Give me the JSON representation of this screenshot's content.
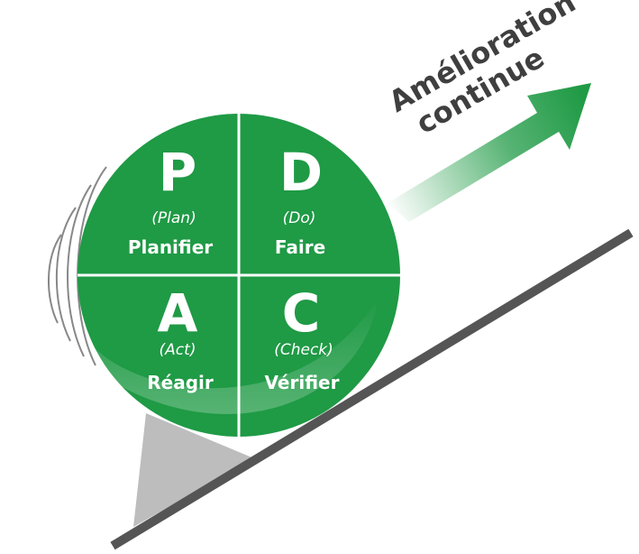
{
  "quadrants": [
    {
      "letter": "P",
      "english": "(Plan)",
      "label": "Planifier"
    },
    {
      "letter": "D",
      "english": "(Do)",
      "label": "Faire"
    },
    {
      "letter": "A",
      "english": "(Act)",
      "label": "Réagir"
    },
    {
      "letter": "C",
      "english": "(Check)",
      "label": "Vérifier"
    }
  ],
  "arrow": {
    "line1": "Amélioration",
    "line2": "continue"
  },
  "colors": {
    "green": "#1f9a45",
    "ramp": "#555555",
    "wedge": "#bdbdbd",
    "text_dark": "#3f3f3f"
  }
}
